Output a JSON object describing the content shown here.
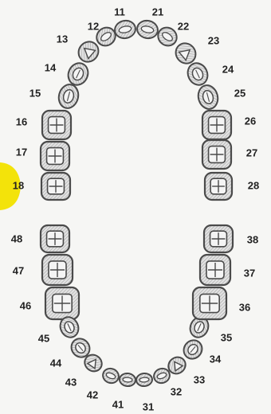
{
  "upper_arch": {
    "teeth": [
      {
        "id": "t11",
        "label": "11",
        "kind": "incisor"
      },
      {
        "id": "t12",
        "label": "12",
        "kind": "incisor"
      },
      {
        "id": "t13",
        "label": "13",
        "kind": "canine"
      },
      {
        "id": "t14",
        "label": "14",
        "kind": "premolar"
      },
      {
        "id": "t15",
        "label": "15",
        "kind": "premolar"
      },
      {
        "id": "t16",
        "label": "16",
        "kind": "molar"
      },
      {
        "id": "t17",
        "label": "17",
        "kind": "molar"
      },
      {
        "id": "t18",
        "label": "18",
        "kind": "molar",
        "highlighted": true
      },
      {
        "id": "t21",
        "label": "21",
        "kind": "incisor"
      },
      {
        "id": "t22",
        "label": "22",
        "kind": "incisor"
      },
      {
        "id": "t23",
        "label": "23",
        "kind": "canine"
      },
      {
        "id": "t24",
        "label": "24",
        "kind": "premolar"
      },
      {
        "id": "t25",
        "label": "25",
        "kind": "premolar"
      },
      {
        "id": "t26",
        "label": "26",
        "kind": "molar"
      },
      {
        "id": "t27",
        "label": "27",
        "kind": "molar"
      },
      {
        "id": "t28",
        "label": "28",
        "kind": "molar"
      }
    ]
  },
  "lower_arch": {
    "teeth": [
      {
        "id": "t48",
        "label": "48",
        "kind": "molar"
      },
      {
        "id": "t47",
        "label": "47",
        "kind": "molar"
      },
      {
        "id": "t46",
        "label": "46",
        "kind": "molar"
      },
      {
        "id": "t45",
        "label": "45",
        "kind": "premolar"
      },
      {
        "id": "t44",
        "label": "44",
        "kind": "premolar"
      },
      {
        "id": "t43",
        "label": "43",
        "kind": "canine"
      },
      {
        "id": "t42",
        "label": "42",
        "kind": "incisor"
      },
      {
        "id": "t41",
        "label": "41",
        "kind": "incisor"
      },
      {
        "id": "t31",
        "label": "31",
        "kind": "incisor"
      },
      {
        "id": "t32",
        "label": "32",
        "kind": "incisor"
      },
      {
        "id": "t33",
        "label": "33",
        "kind": "canine"
      },
      {
        "id": "t34",
        "label": "34",
        "kind": "premolar"
      },
      {
        "id": "t35",
        "label": "35",
        "kind": "premolar"
      },
      {
        "id": "t36",
        "label": "36",
        "kind": "molar"
      },
      {
        "id": "t37",
        "label": "37",
        "kind": "molar"
      },
      {
        "id": "t38",
        "label": "38",
        "kind": "molar"
      }
    ]
  },
  "colors": {
    "highlight": "#f3e30a",
    "tooth_outline": "#4a4a4a",
    "tooth_fill": "#dcdcdc",
    "inner_fill": "#f4f4f4"
  }
}
